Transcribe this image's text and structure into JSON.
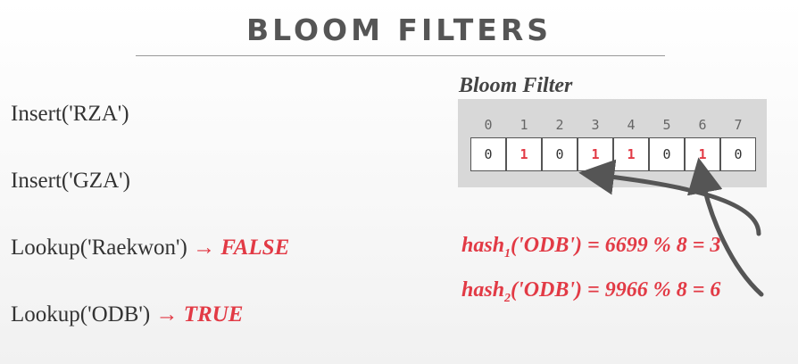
{
  "slide": {
    "title": "BLOOM FILTERS"
  },
  "operations": [
    {
      "text": "Insert('RZA')",
      "arrow": "",
      "result": ""
    },
    {
      "text": "Insert('GZA')",
      "arrow": "",
      "result": ""
    },
    {
      "text": "Lookup('Raekwon')",
      "arrow": "→",
      "result": "FALSE"
    },
    {
      "text": "Lookup('ODB')",
      "arrow": "→",
      "result": "TRUE"
    }
  ],
  "bloom_filter": {
    "label": "Bloom Filter",
    "indices": [
      "0",
      "1",
      "2",
      "3",
      "4",
      "5",
      "6",
      "7"
    ],
    "bits": [
      "0",
      "1",
      "0",
      "1",
      "1",
      "0",
      "1",
      "0"
    ]
  },
  "hashes": [
    {
      "name": "hash",
      "subscript": "1",
      "expression": "('ODB') = 6699 % 8 = 3"
    },
    {
      "name": "hash",
      "subscript": "2",
      "expression": "('ODB') = 9966 % 8 = 6"
    }
  ],
  "colors": {
    "accent": "#e23a45",
    "text": "#333333",
    "panel": "#d8d8d8",
    "arrow": "#555555"
  }
}
